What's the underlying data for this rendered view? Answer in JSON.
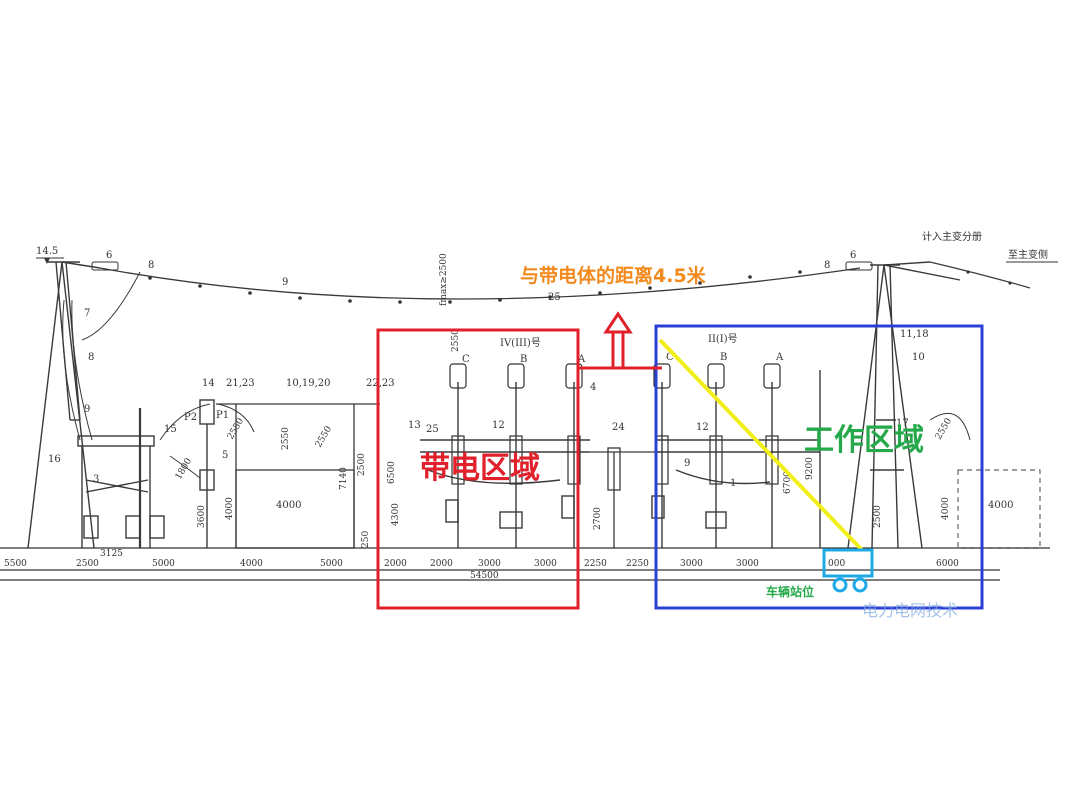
{
  "drawing": {
    "top_labels": {
      "left_mark": "14.5",
      "right_note": "计入主变分册",
      "right_to": "至主变侧",
      "ann_6_left": "6",
      "ann_8_left": "8",
      "ann_9": "9",
      "ann_25_top": "25",
      "ann_6_right": "6",
      "ann_8_right": "8",
      "fmax": "fmax≥2500",
      "ann_1118": "11,18",
      "ann_10": "10"
    },
    "tower_left_labels": [
      "7",
      "8",
      "9",
      "16"
    ],
    "left_equipment_labels": {
      "ann_3": "3",
      "ann_14": "14",
      "ann_2123": "21,23",
      "ann_p2": "P2",
      "ann_p1": "P1",
      "ann_15": "15",
      "ann_5": "5",
      "ann_101920": "10,19,20",
      "ann_2223": "22,23",
      "ann_13": "13",
      "ann_25_mid": "25",
      "ann_12a": "12",
      "ann_12b": "12",
      "ann_24": "24",
      "ann_9_mid": "9",
      "ann_4": "4",
      "ann_1": "1",
      "ann_17": "17",
      "box_left": "4000",
      "box_right": "4000"
    },
    "bay_titles": {
      "left_bay": "IV(III)号",
      "right_bay": "II(I)号"
    },
    "phases": [
      "C",
      "B",
      "A",
      "C",
      "B",
      "A"
    ],
    "vertical_dims": [
      "1800",
      "2550",
      "3600",
      "4000",
      "2550",
      "2550",
      "7140",
      "2500",
      "2550",
      "6500",
      "4300",
      "2700",
      "9200",
      "6700",
      "2550",
      "2500",
      "4000",
      "250"
    ],
    "bottom_dims": [
      "5500",
      "2500",
      "5000",
      "4000",
      "5000",
      "2000",
      "2000",
      "3000",
      "3000",
      "2250",
      "2250",
      "3000",
      "3000",
      "6000",
      "3125"
    ],
    "total_dim": "54500"
  },
  "overlays": {
    "live_zone_label": "带电区域",
    "work_zone_label": "工作区域",
    "distance_label": "与带电体的距离4.5米",
    "vehicle_label": "车辆站位",
    "vehicle_box_text": "000",
    "colors": {
      "live": "#e0202a",
      "work": "#2b3fd6",
      "distance": "#f28a1e",
      "boom": "#f2ee1a",
      "vehicle": "#1fa8e6",
      "green_text": "#25a94a"
    }
  },
  "watermark": "电力电网技术"
}
